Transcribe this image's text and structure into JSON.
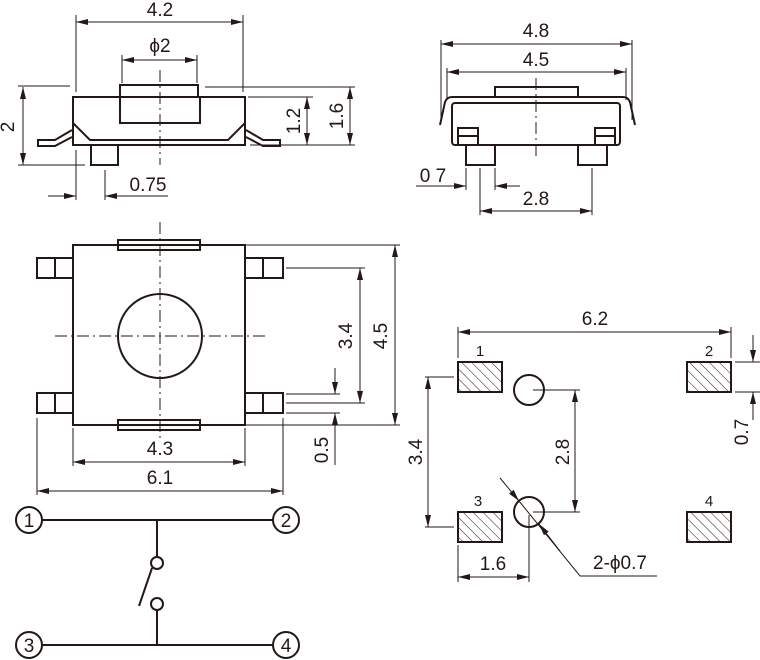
{
  "side_view": {
    "width": "4.2",
    "button_dia": "ϕ2",
    "height_total": "2",
    "height_body": "1.2",
    "height_button": "1.6",
    "lead_offset": "0.75"
  },
  "front_view": {
    "outer_width": "4.8",
    "inner_width": "4.5",
    "foot_width": "0 7",
    "foot_pitch": "2.8"
  },
  "top_view": {
    "lead_pitch": "3.4",
    "body_length": "4.5",
    "lead_width": "0.5",
    "body_width": "4.3",
    "overall_width": "6.1"
  },
  "schematic": {
    "pins": [
      "1",
      "2",
      "3",
      "4"
    ]
  },
  "footprint": {
    "pad_pitch_x": "6.2",
    "pad_height": "0.7",
    "pad_pitch_y": "3.4",
    "hole_pitch": "2.8",
    "hole_offset": "1.6",
    "hole_spec": "2-ϕ0.7",
    "pad_labels": [
      "1",
      "2",
      "3",
      "4"
    ]
  },
  "colors": {
    "line": "#231815"
  }
}
